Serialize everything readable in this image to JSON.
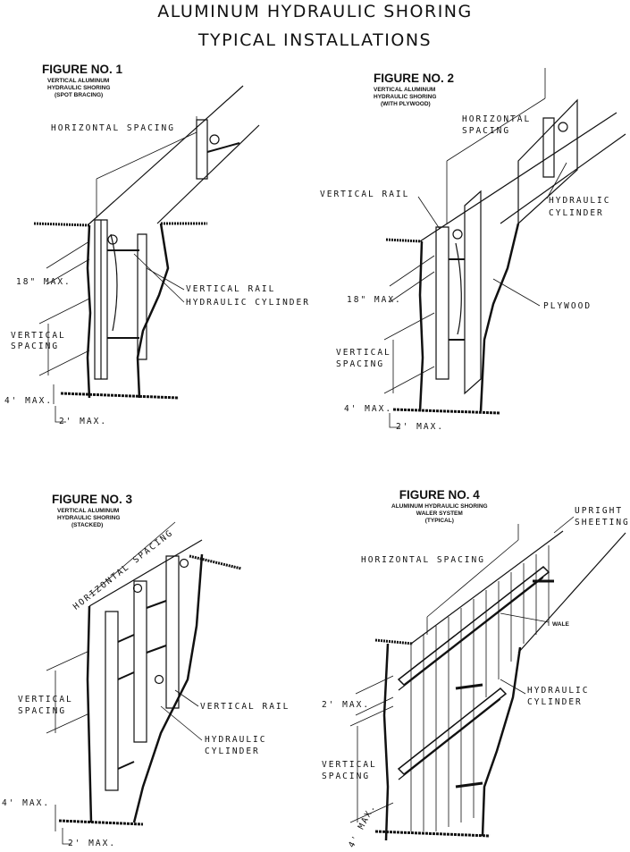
{
  "title_line1": "ALUMINUM HYDRAULIC SHORING",
  "title_line2": "TYPICAL INSTALLATIONS",
  "fig1": {
    "title": "FIGURE NO. 1",
    "sub1": "VERTICAL ALUMINUM",
    "sub2": "HYDRAULIC SHORING",
    "sub3": "(SPOT BRACING)",
    "horizontal_spacing": "HORIZONTAL SPACING",
    "max18": "18\" MAX.",
    "vertical_rail": "VERTICAL RAIL",
    "hydraulic_cylinder": "HYDRAULIC CYLINDER",
    "vertical": "VERTICAL",
    "spacing": "SPACING",
    "max4": "4' MAX.",
    "max2": "2' MAX."
  },
  "fig2": {
    "title": "FIGURE NO. 2",
    "sub1": "VERTICAL ALUMINUM",
    "sub2": "HYDRAULIC SHORING",
    "sub3": "(WITH PLYWOOD)",
    "horizontal": "HORIZONTAL",
    "spacing_top": "SPACING",
    "vertical_rail": "VERTICAL RAIL",
    "hydraulic": "HYDRAULIC",
    "cylinder": "CYLINDER",
    "max18": "18\" MAX.",
    "plywood": "PLYWOOD",
    "vertical": "VERTICAL",
    "spacing": "SPACING",
    "max4": "4' MAX.",
    "max2": "2' MAX."
  },
  "fig3": {
    "title": "FIGURE NO. 3",
    "sub1": "VERTICAL ALUMINUM",
    "sub2": "HYDRAULIC SHORING",
    "sub3": "(STACKED)",
    "horizontal_spacing": "HORIZONTAL SPACING",
    "vertical": "VERTICAL",
    "spacing": "SPACING",
    "vertical_rail": "VERTICAL RAIL",
    "hydraulic": "HYDRAULIC",
    "cylinder": "CYLINDER",
    "max4": "4' MAX.",
    "max2": "2' MAX."
  },
  "fig4": {
    "title": "FIGURE NO. 4",
    "sub1": "ALUMINUM HYDRAULIC SHORING",
    "sub2": "WALER SYSTEM",
    "sub3": "(TYPICAL)",
    "upright": "UPRIGHT",
    "sheeting": "SHEETING",
    "horizontal_spacing": "HORIZONTAL SPACING",
    "wale": "WALE",
    "max2": "2' MAX.",
    "hydraulic": "HYDRAULIC",
    "cylinder": "CYLINDER",
    "vertical": "VERTICAL",
    "spacing": "SPACING",
    "max4": "4' MAX."
  }
}
